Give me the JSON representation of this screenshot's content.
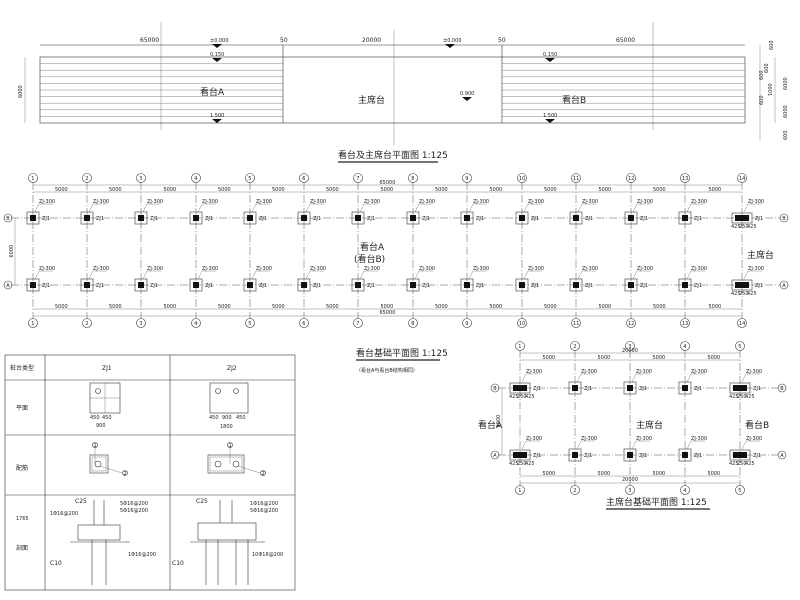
{
  "colors": {
    "line": "#333333",
    "background": "#ffffff"
  },
  "plan_top": {
    "title": "看台及主席台平面图 1:125",
    "dims_top": [
      "65000",
      "50",
      "20000",
      "50",
      "65000"
    ],
    "elev_ground": "±0.000",
    "elev_low": "0.150",
    "elev_high": "1.500",
    "elev_main": "0.900",
    "stand_a": "看台A",
    "stand_b": "看台B",
    "main": "主席台",
    "dim_left": "6000",
    "dims_right": [
      "600",
      "600",
      "600",
      "600",
      "1000",
      "6000",
      "6000",
      "600"
    ]
  },
  "plan_stand": {
    "title": "看台基础平面图 1:125",
    "subtitle": "（看台A与看台B结构相同）",
    "axes": [
      "1",
      "2",
      "3",
      "4",
      "5",
      "6",
      "7",
      "8",
      "9",
      "10",
      "11",
      "12",
      "13",
      "14"
    ],
    "rows": [
      "B",
      "A"
    ],
    "span": "5000",
    "total": "65000",
    "row_dim": "6000",
    "pile_label": "ZJ-300",
    "cap_label": "ZJ1",
    "cap2_dims": [
      "425",
      "250",
      "425"
    ],
    "center_label": "看台A",
    "center_label2": "(看台B)",
    "main_label": "主席台"
  },
  "plan_main": {
    "title": "主席台基础平面图 1:125",
    "axes": [
      "1",
      "2",
      "3",
      "4",
      "5"
    ],
    "rows": [
      "B",
      "A"
    ],
    "span": "5000",
    "total": "20000",
    "row_dim": "6000",
    "pile_label": "ZJ-300",
    "cap_label": "ZJ1",
    "cap2_dims": [
      "425",
      "250",
      "425"
    ],
    "stand_a": "看台A",
    "main": "主席台",
    "stand_b": "看台B"
  },
  "table": {
    "header": [
      "桩台类型",
      "ZJ1",
      "ZJ2"
    ],
    "rows": [
      "平面",
      "配筋",
      "剖面"
    ],
    "side_note": "1765",
    "zj1": {
      "plan_dims": [
        "450",
        "450",
        "900"
      ],
      "concrete": "C25",
      "base": "C10",
      "bars": [
        "1Φ16@200",
        "5Φ16@200",
        "1Φ16@200",
        "5Φ16@200"
      ]
    },
    "zj2": {
      "plan_dims": [
        "450",
        "900",
        "450",
        "1800"
      ],
      "concrete": "C25",
      "base": "C10",
      "bars": [
        "1Φ16@200",
        "5Φ16@200",
        "1Φ16@200",
        "10Φ16@200"
      ]
    },
    "markers": [
      "1",
      "2"
    ]
  }
}
